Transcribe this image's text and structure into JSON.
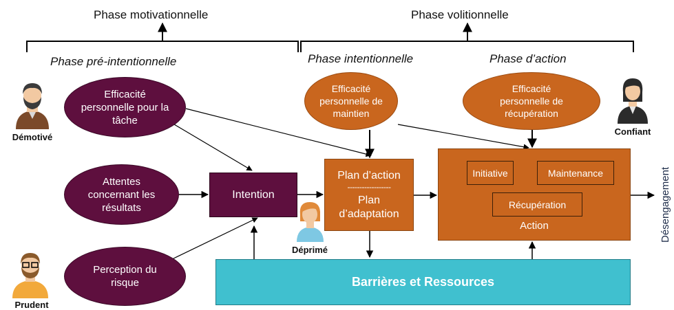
{
  "phases": {
    "motivational": "Phase motivationnelle",
    "volitional": "Phase volitionnelle",
    "pre_intentional": "Phase pré-intentionnelle",
    "intentional": "Phase intentionnelle",
    "action": "Phase d’action"
  },
  "nodes": {
    "efficacite_tache": "Efficacité personnelle pour la tâche",
    "attentes": "Attentes concernant les résultats",
    "risque": "Perception du risque",
    "intention": "Intention",
    "plan_action": "Plan d’action",
    "plan_separator": "------------------",
    "plan_adaptation": "Plan d’adaptation",
    "efficacite_maintien": "Efficacité personnelle de maintien",
    "efficacite_recuperation": "Efficacité personnelle de récupération",
    "initiative": "Initiative",
    "maintenance": "Maintenance",
    "recuperation": "Récupération",
    "action": "Action",
    "barrieres": "Barrières et Ressources",
    "desengagement": "Désengagement"
  },
  "persons": {
    "demotive": "Démotivé",
    "prudent": "Prudent",
    "deprime": "Déprimé",
    "confiant": "Confiant"
  },
  "colors": {
    "maroon": "#5e0f3e",
    "orange": "#c9661e",
    "teal": "#40c0cf"
  }
}
